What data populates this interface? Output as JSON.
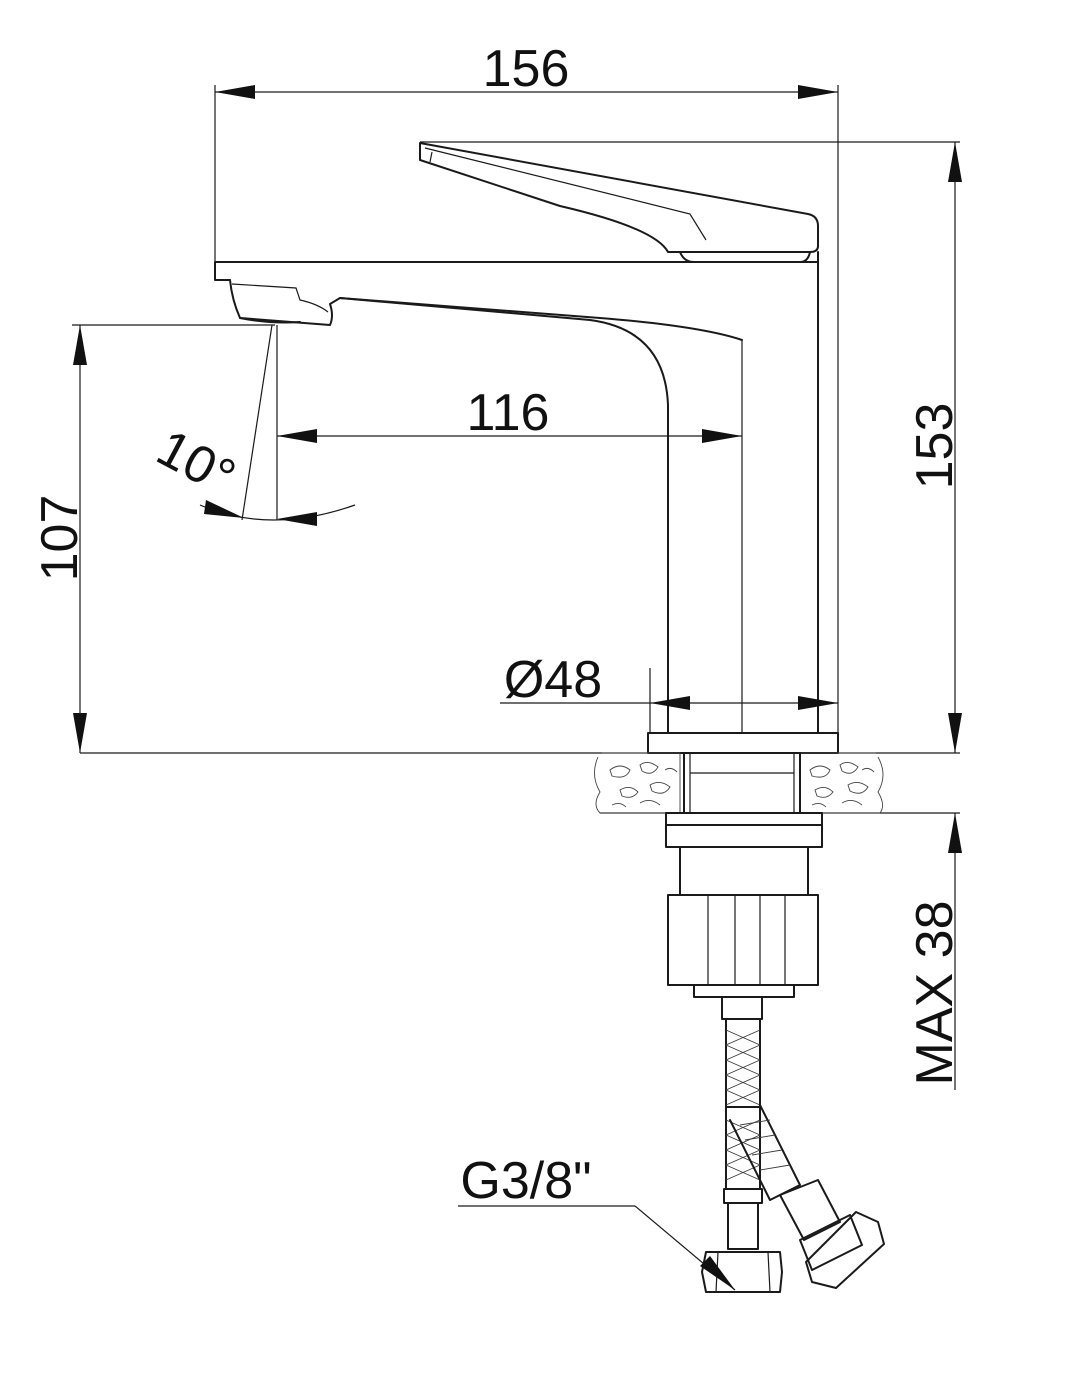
{
  "dimensions": {
    "overall_width": "156",
    "overall_height": "153",
    "spout_height": "107",
    "spout_reach": "116",
    "body_diameter": "Ø48",
    "spout_angle": "10°",
    "max_deck_thickness": "MAX 38",
    "connection_thread": "G3/8\""
  },
  "colors": {
    "line": "#1a1a1a",
    "background": "#ffffff"
  }
}
